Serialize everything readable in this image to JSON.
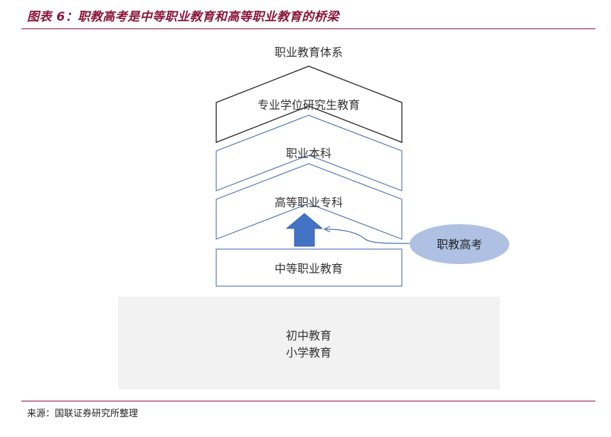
{
  "figure": {
    "title": "图表 6：职教高考是中等职业教育和高等职业教育的桥梁",
    "source": "来源：国联证券研究所整理"
  },
  "diagram": {
    "system_label": "职业教育体系",
    "levels": [
      {
        "label": "专业学位研究生教育"
      },
      {
        "label": "职业本科"
      },
      {
        "label": "高等职业专科"
      }
    ],
    "secondary_label": "中等职业教育",
    "base_lines": [
      "初中教育",
      "小学教育"
    ],
    "bridge_label": "职教高考"
  },
  "colors": {
    "title": "#8a1538",
    "outline_dark": "#222222",
    "outline_blue": "#4a6fb5",
    "arrow_fill": "#4472c4",
    "ellipse_fill": "#aec1e3",
    "base_fill": "#f2f2f2"
  }
}
